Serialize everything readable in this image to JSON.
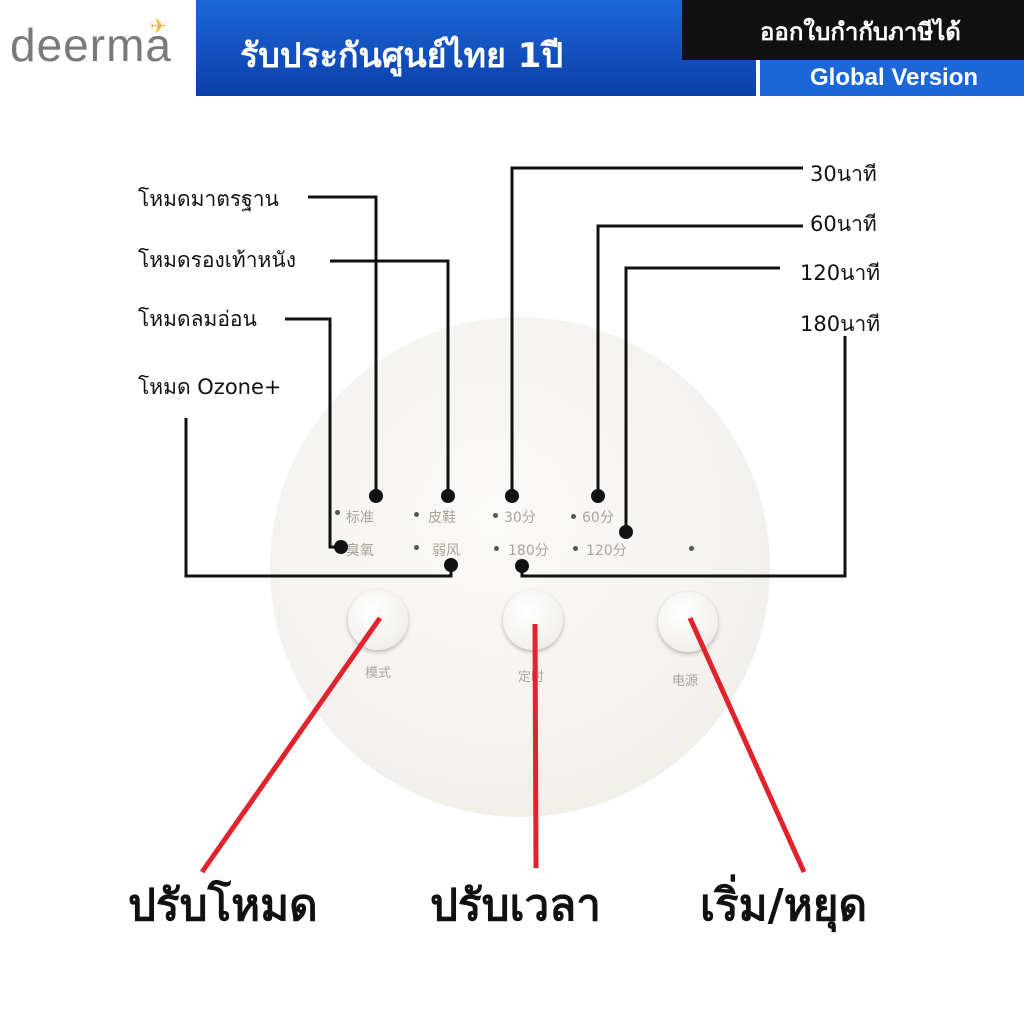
{
  "header": {
    "logo": "deerma",
    "banner": "รับประกันศูนย์ไทย 1ปี",
    "tax_badge": "ออกใบกำกับภาษีได้",
    "version_badge": "Global Version"
  },
  "mode_labels": [
    "โหมดมาตรฐาน",
    "โหมดรองเท้าหนัง",
    "โหมดลมอ่อน",
    "โหมด Ozone+"
  ],
  "time_labels": [
    "30นาที",
    "60นาที",
    "120นาที",
    "180นาที"
  ],
  "panel": {
    "indicators": [
      "标准",
      "皮鞋",
      "30分",
      "60分",
      "臭氧",
      "弱风",
      "180分",
      "120分"
    ],
    "buttons": [
      "模式",
      "定时",
      "电源"
    ]
  },
  "actions": [
    "ปรับโหมด",
    "ปรับเวลา",
    "เริ่ม/หยุด"
  ],
  "colors": {
    "blue": "#1c67d8",
    "red": "#e0232c",
    "logo_accent": "#f2b63a"
  }
}
